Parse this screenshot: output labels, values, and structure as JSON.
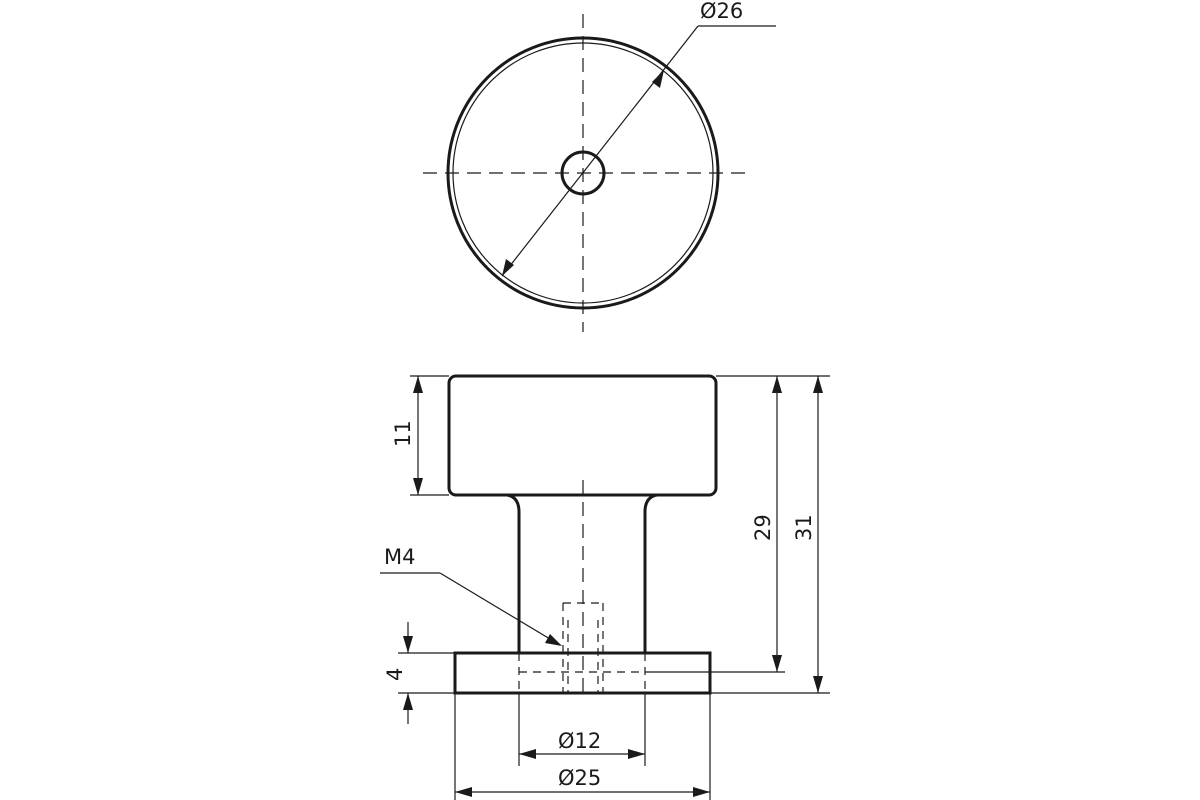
{
  "drawing": {
    "top_view": {
      "outer_diameter_label": "Ø26"
    },
    "side_view": {
      "head_height_label": "11",
      "shank_height_label": "29",
      "total_height_label": "31",
      "thread_label": "M4",
      "base_height_label": "4",
      "shank_diameter_label": "Ø12",
      "base_diameter_label": "Ø25"
    },
    "colors": {
      "line": "#1a1a1a",
      "background": "#ffffff"
    }
  }
}
